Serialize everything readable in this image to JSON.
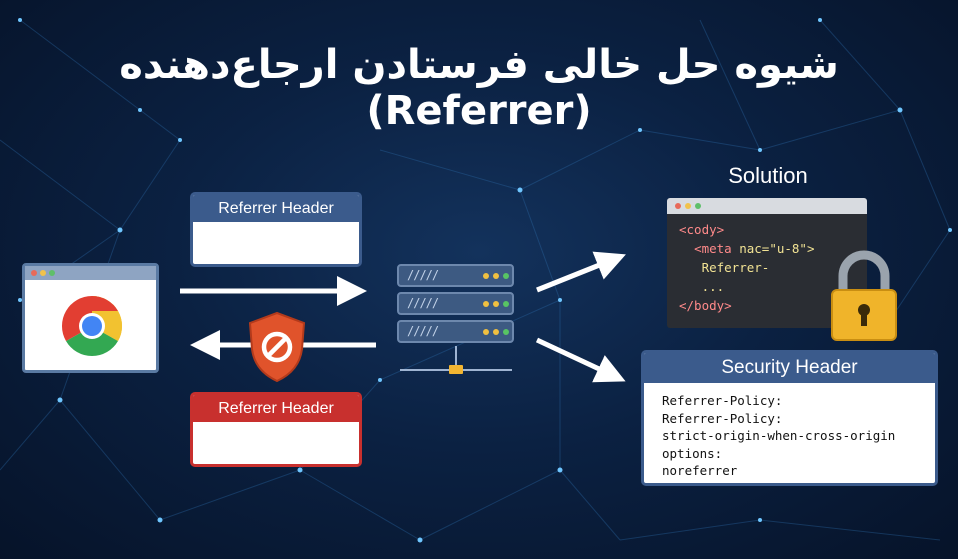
{
  "title": "شیوه حل خالی فرستادن ارجاع‌دهنده (Referrer)",
  "request_header": {
    "label": "Referrer Header",
    "color": "#3b5b8c"
  },
  "response_header": {
    "label": "Referrer Header",
    "color": "#c8302e"
  },
  "browser": {
    "icon": "chrome-icon"
  },
  "blocked": {
    "icon": "shield-block-icon",
    "color": "#e0532b"
  },
  "server": {
    "icon": "server-rack-icon",
    "units": 3
  },
  "solution": {
    "title": "Solution",
    "code_lines": [
      {
        "tag": "<cody>",
        "text": ""
      },
      {
        "tag": "<meta",
        "text": " nac=\"u-8\">"
      },
      {
        "tag": "",
        "text": "Referrer-"
      },
      {
        "tag": "",
        "text": "..."
      },
      {
        "tag": "</body>",
        "text": ""
      }
    ],
    "lock_icon": "padlock-icon"
  },
  "security_header": {
    "title": "Security Header",
    "lines": [
      "Referrer-Policy:",
      "Referrer-Policy:",
      "strict-origin-when-cross-origin",
      "options:",
      "noreferrer"
    ]
  }
}
